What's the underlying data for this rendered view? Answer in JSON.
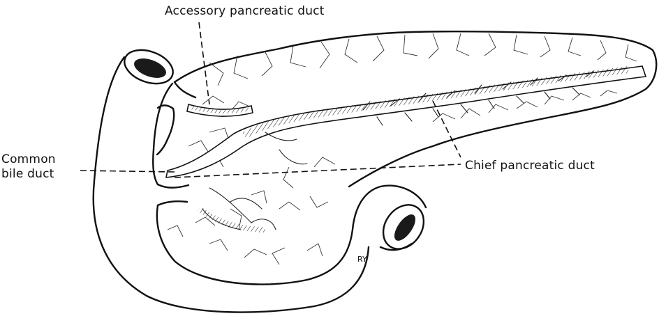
{
  "labels": {
    "accessory_duct": "Accessory pancreatic duct",
    "common_bile_duct_line1": "Common",
    "common_bile_duct_line2": "bile duct",
    "chief_duct": "Chief pancreatic duct",
    "artist_initials": "RY"
  }
}
